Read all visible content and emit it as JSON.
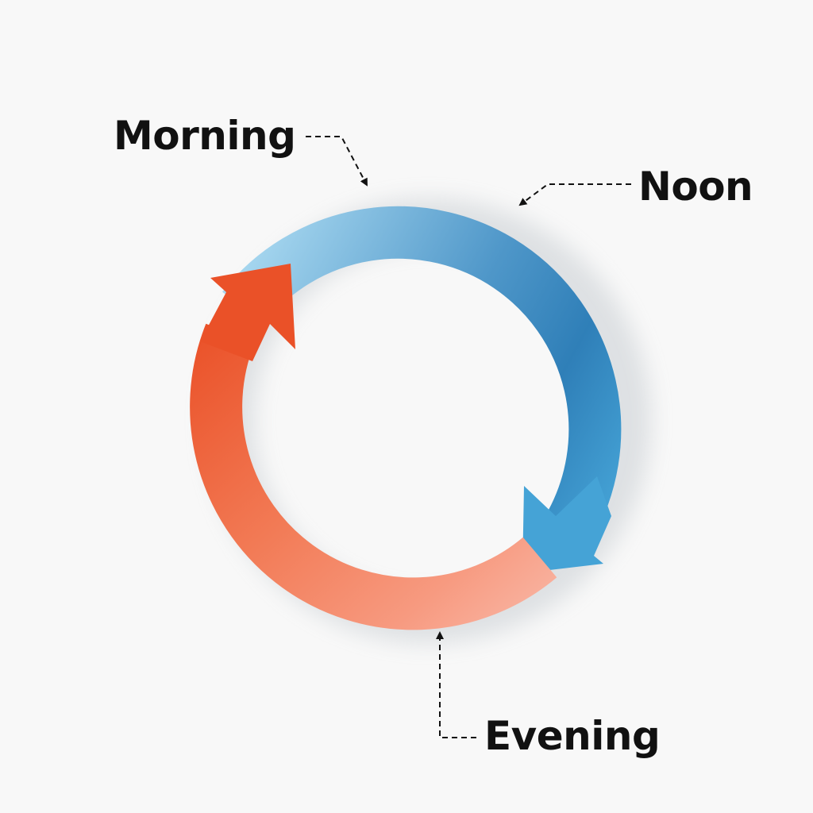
{
  "diagram": {
    "type": "cycle",
    "labels": {
      "morning": "Morning",
      "noon": "Noon",
      "evening": "Evening"
    },
    "arrows": [
      {
        "name": "blue-arrow",
        "from": "Morning",
        "to": "Evening",
        "via": "Noon",
        "color_start": "#9fd2ee",
        "color_end": "#2f7fb8"
      },
      {
        "name": "orange-arrow",
        "from": "Evening",
        "to": "Morning",
        "color_start": "#f7a892",
        "color_end": "#ea5128"
      }
    ],
    "colors": {
      "background": "#f8f8f8",
      "text": "#111111",
      "blue_light": "#9fd2ee",
      "blue_mid": "#3a8ac2",
      "blue_dark": "#2f7fb8",
      "blue_head": "#45a3d6",
      "orange_dark": "#ea5128",
      "orange_light": "#f7a892"
    }
  }
}
